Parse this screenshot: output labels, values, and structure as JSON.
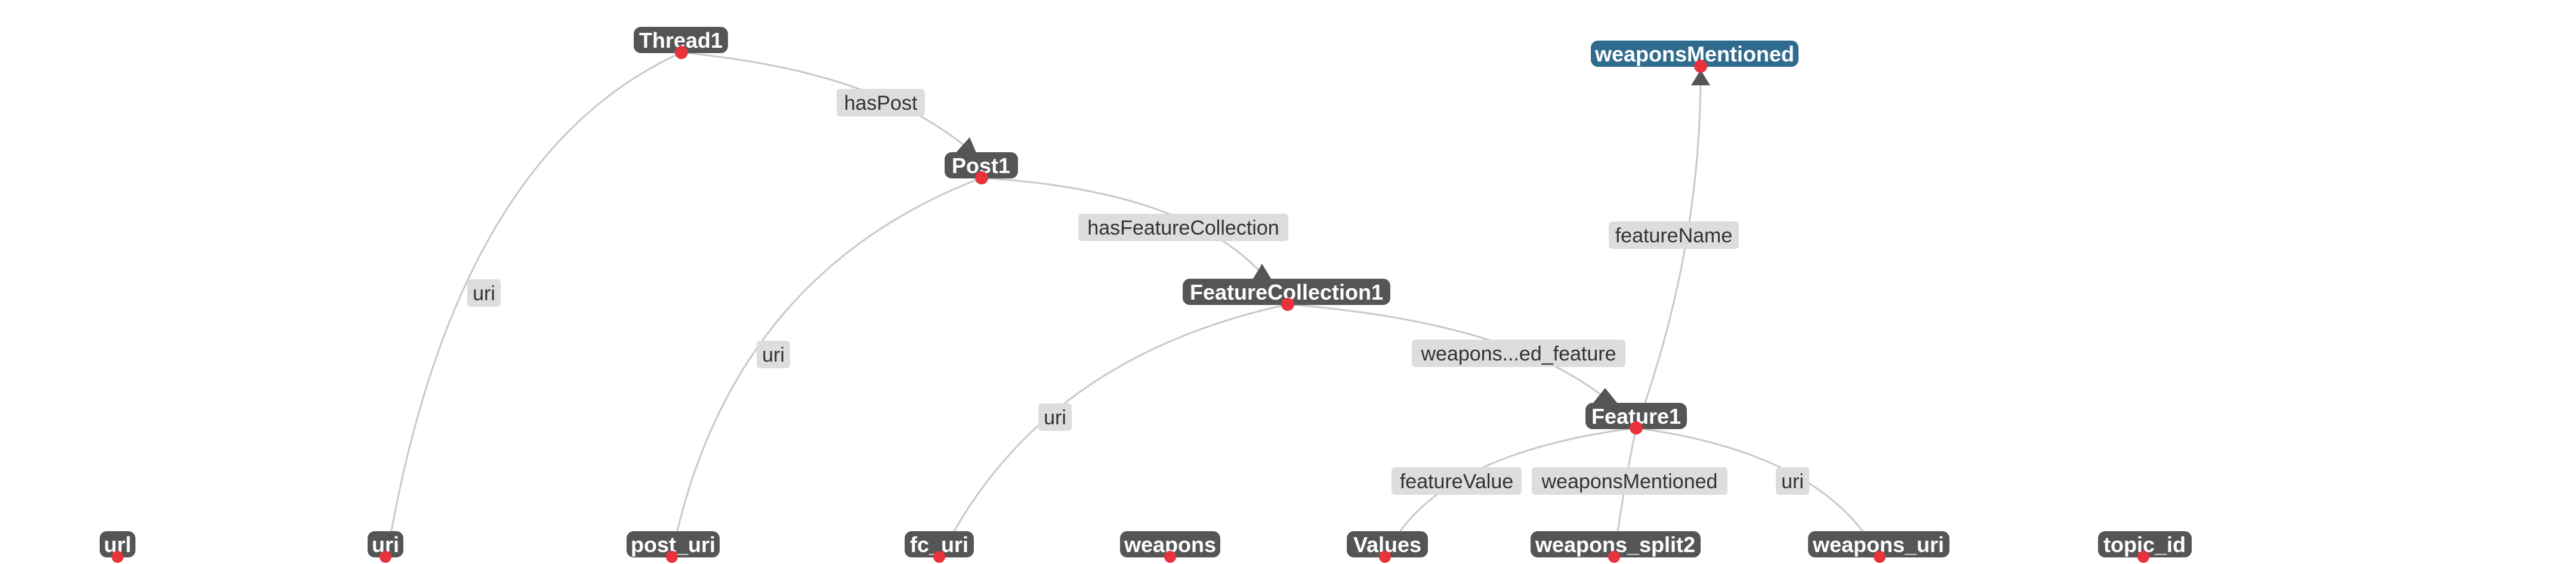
{
  "graph": {
    "nodes": [
      {
        "id": "thread1",
        "label": "Thread1"
      },
      {
        "id": "post1",
        "label": "Post1"
      },
      {
        "id": "fc1",
        "label": "FeatureCollection1"
      },
      {
        "id": "feature1",
        "label": "Feature1"
      },
      {
        "id": "weaponsMentioned",
        "label": "weaponsMentioned",
        "selected": true
      },
      {
        "id": "url",
        "label": "url"
      },
      {
        "id": "uri",
        "label": "uri"
      },
      {
        "id": "post_uri",
        "label": "post_uri"
      },
      {
        "id": "fc_uri",
        "label": "fc_uri"
      },
      {
        "id": "weapons",
        "label": "weapons"
      },
      {
        "id": "values",
        "label": "Values"
      },
      {
        "id": "weapons_split2",
        "label": "weapons_split2"
      },
      {
        "id": "weapons_uri",
        "label": "weapons_uri"
      },
      {
        "id": "topic_id",
        "label": "topic_id"
      }
    ],
    "edges": [
      {
        "id": "e-hasPost",
        "label": "hasPost"
      },
      {
        "id": "e-thread-uri",
        "label": "uri"
      },
      {
        "id": "e-hasFC",
        "label": "hasFeatureCollection"
      },
      {
        "id": "e-post-uri",
        "label": "uri"
      },
      {
        "id": "e-weapons-feature",
        "label": "weapons...ed_feature"
      },
      {
        "id": "e-fc-uri",
        "label": "uri"
      },
      {
        "id": "e-featureName",
        "label": "featureName"
      },
      {
        "id": "e-featureValue",
        "label": "featureValue"
      },
      {
        "id": "e-weaponsMentioned",
        "label": "weaponsMentioned"
      },
      {
        "id": "e-feature-uri",
        "label": "uri"
      }
    ]
  }
}
